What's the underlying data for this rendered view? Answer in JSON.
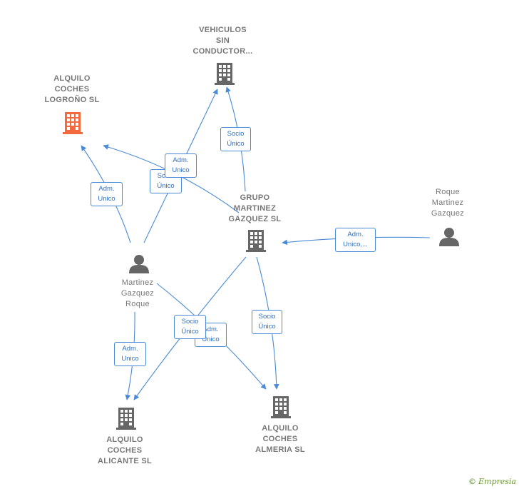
{
  "nodes": {
    "vehiculos": {
      "lines": [
        "VEHICULOS",
        "SIN",
        "CONDUCTOR..."
      ]
    },
    "logrono": {
      "lines": [
        "ALQUILO",
        "COCHES",
        "LOGROÑO  SL"
      ]
    },
    "grupo": {
      "lines": [
        "GRUPO",
        "MARTINEZ",
        "GAZQUEZ  SL"
      ]
    },
    "roque_mg": {
      "lines": [
        "Roque",
        "Martinez",
        "Gazquez"
      ]
    },
    "martinez_gr": {
      "lines": [
        "Martinez",
        "Gazquez",
        "Roque"
      ]
    },
    "alicante": {
      "lines": [
        "ALQUILO",
        "COCHES",
        "ALICANTE  SL"
      ]
    },
    "almeria": {
      "lines": [
        "ALQUILO",
        "COCHES",
        "ALMERIA  SL"
      ]
    }
  },
  "edges": {
    "socio_vehiculos": [
      "Socio",
      "Único"
    ],
    "adm_vehiculos": [
      "Adm.",
      "Unico"
    ],
    "socio_logrono": [
      "Socio",
      "Único"
    ],
    "adm_logrono": [
      "Adm.",
      "Unico"
    ],
    "adm_roque": [
      "Adm.",
      "Unico,..."
    ],
    "adm_alicante": [
      "Adm.",
      "Unico"
    ],
    "adm_almeria": [
      "Adm.",
      "Unico"
    ],
    "socio_alicante": [
      "Socio",
      "Único"
    ],
    "socio_almeria": [
      "Socio",
      "Único"
    ]
  },
  "colors": {
    "edge": "#4a8ad6",
    "node": "#666666",
    "highlight": "#f26a3d"
  },
  "brand": {
    "symbol": "©",
    "name": "Empresia"
  }
}
